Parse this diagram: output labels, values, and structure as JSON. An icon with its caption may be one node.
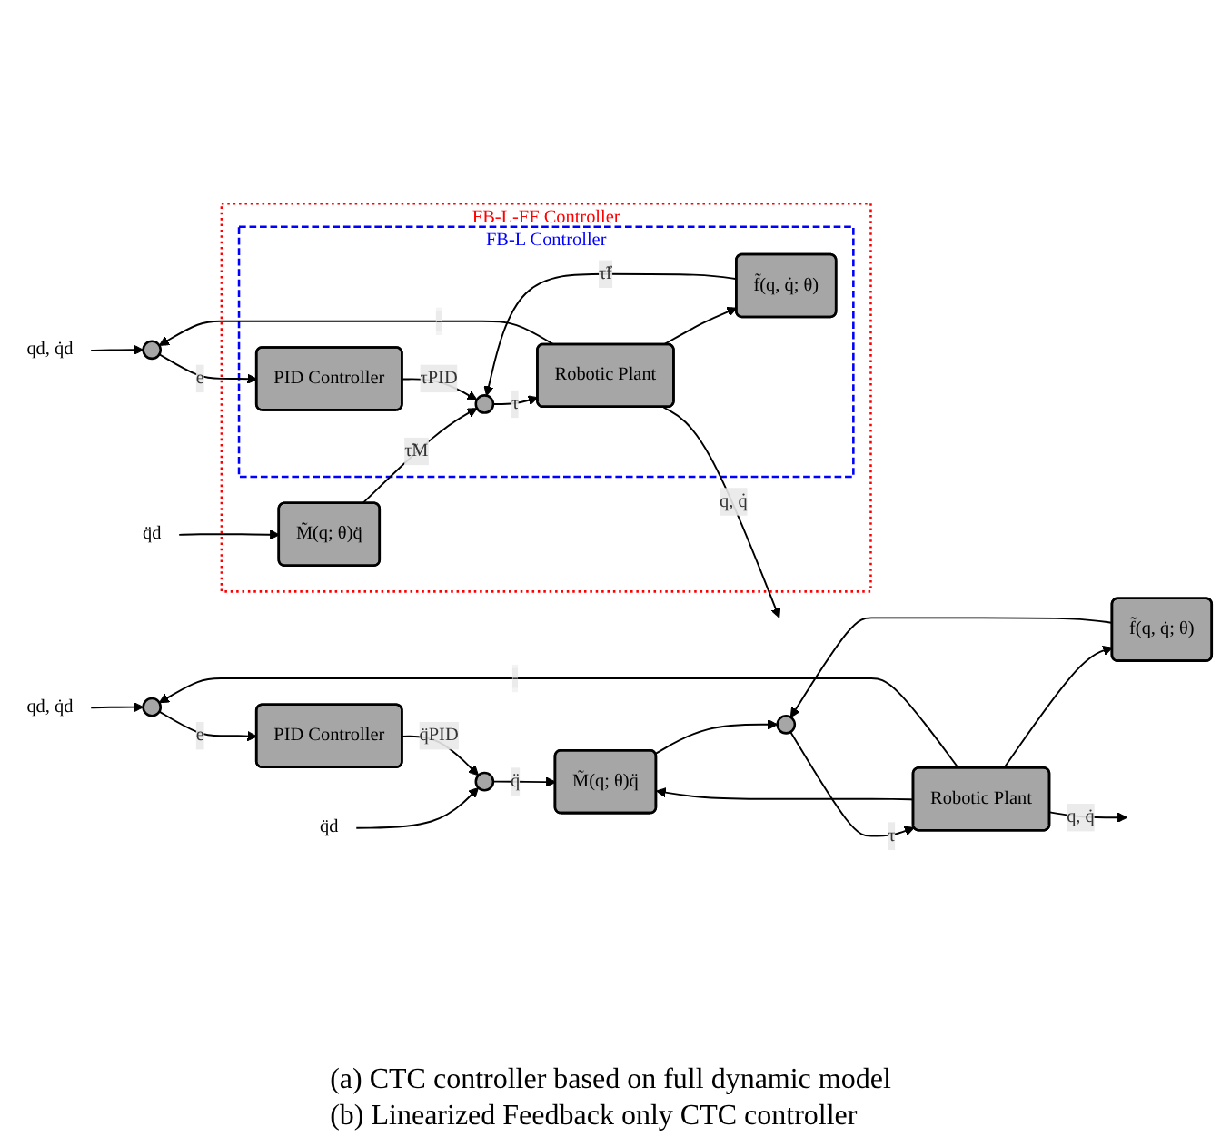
{
  "diagram": {
    "nodes": [
      {
        "text": [
          "q̈d"
        ]
      },
      {
        "text": [
          "qd, q̇d"
        ]
      },
      {
        "text": [],
        "shape": "circle"
      },
      {
        "text": [
          "PID Controller"
        ]
      },
      {
        "text": [],
        "shape": "circle"
      },
      {
        "text": [
          "M̃(q; θ)q̈"
        ]
      },
      {
        "text": [],
        "shape": "circle"
      },
      {
        "text": [
          "Robotic Plant"
        ]
      },
      {
        "text": [
          "f̃(q, q̇; θ)"
        ]
      },
      {
        "text": [
          "FB-L-FF Controller"
        ]
      },
      {
        "text": [
          "FB-L Controller"
        ],
        "in": 9
      },
      {
        "text": [
          "q̈d"
        ]
      },
      {
        "text": [
          "M̃(q; θ)q̈"
        ],
        "in": 9
      },
      {
        "text": [
          "qd, q̇d"
        ]
      },
      {
        "text": [],
        "shape": "circle"
      },
      {
        "text": [
          "PID Controller"
        ],
        "in": 10
      },
      {
        "text": [],
        "shape": "circle",
        "in": 10
      },
      {
        "text": [
          "Robotic Plant"
        ],
        "in": 10
      },
      {
        "text": [
          "f̃(q, q̇; θ)"
        ],
        "in": 10
      }
    ],
    "edges": [
      {
        "from": 0,
        "to": 4,
        "arrow": "to"
      },
      {
        "from": 1,
        "to": 2,
        "arrow": "to"
      },
      {
        "from": 2,
        "to": 3,
        "arrow": "to",
        "label": "e"
      },
      {
        "from": 3,
        "to": 4,
        "arrow": "to",
        "label": "q̈PID"
      },
      {
        "from": 4,
        "to": 5,
        "arrow": "to",
        "label": "q̈"
      },
      {
        "from": 5,
        "to": 6,
        "arrow": "to"
      },
      {
        "from": 6,
        "to": 7,
        "arrow": "to",
        "label": "τ̃"
      },
      {
        "from": 8,
        "to": 6,
        "arrow": "to"
      },
      {
        "from": 7,
        "to": null,
        "arrow": "to",
        "label": "q, q̇"
      },
      {
        "from": 7,
        "to": 5,
        "arrow": "to"
      },
      {
        "from": 7,
        "to": 8,
        "arrow": "to"
      },
      {
        "from": 7,
        "to": 2,
        "arrow": "to",
        "label": "-"
      },
      {
        "from": 11,
        "to": 12,
        "arrow": "to"
      },
      {
        "from": 12,
        "to": 16,
        "arrow": "to",
        "label": "τ̃M"
      },
      {
        "from": 13,
        "to": 14,
        "arrow": "to"
      },
      {
        "from": 14,
        "to": 15,
        "arrow": "to",
        "label": "e"
      },
      {
        "from": 15,
        "to": 16,
        "arrow": "to",
        "label": "τPID"
      },
      {
        "from": 18,
        "to": 16,
        "arrow": "to",
        "label": "τ̃f"
      },
      {
        "from": 16,
        "to": 17,
        "arrow": "to",
        "label": "τ̃"
      },
      {
        "from": 17,
        "to": null,
        "arrow": "to",
        "label": "q, q̇"
      },
      {
        "from": 17,
        "to": 18,
        "arrow": "to"
      },
      {
        "from": 17,
        "to": 14,
        "arrow": "to",
        "label": "-"
      }
    ],
    "labels": [
      "(a) CTC controller based on full dynamic model",
      "(b) Linearized Feedback only CTC controller"
    ]
  }
}
